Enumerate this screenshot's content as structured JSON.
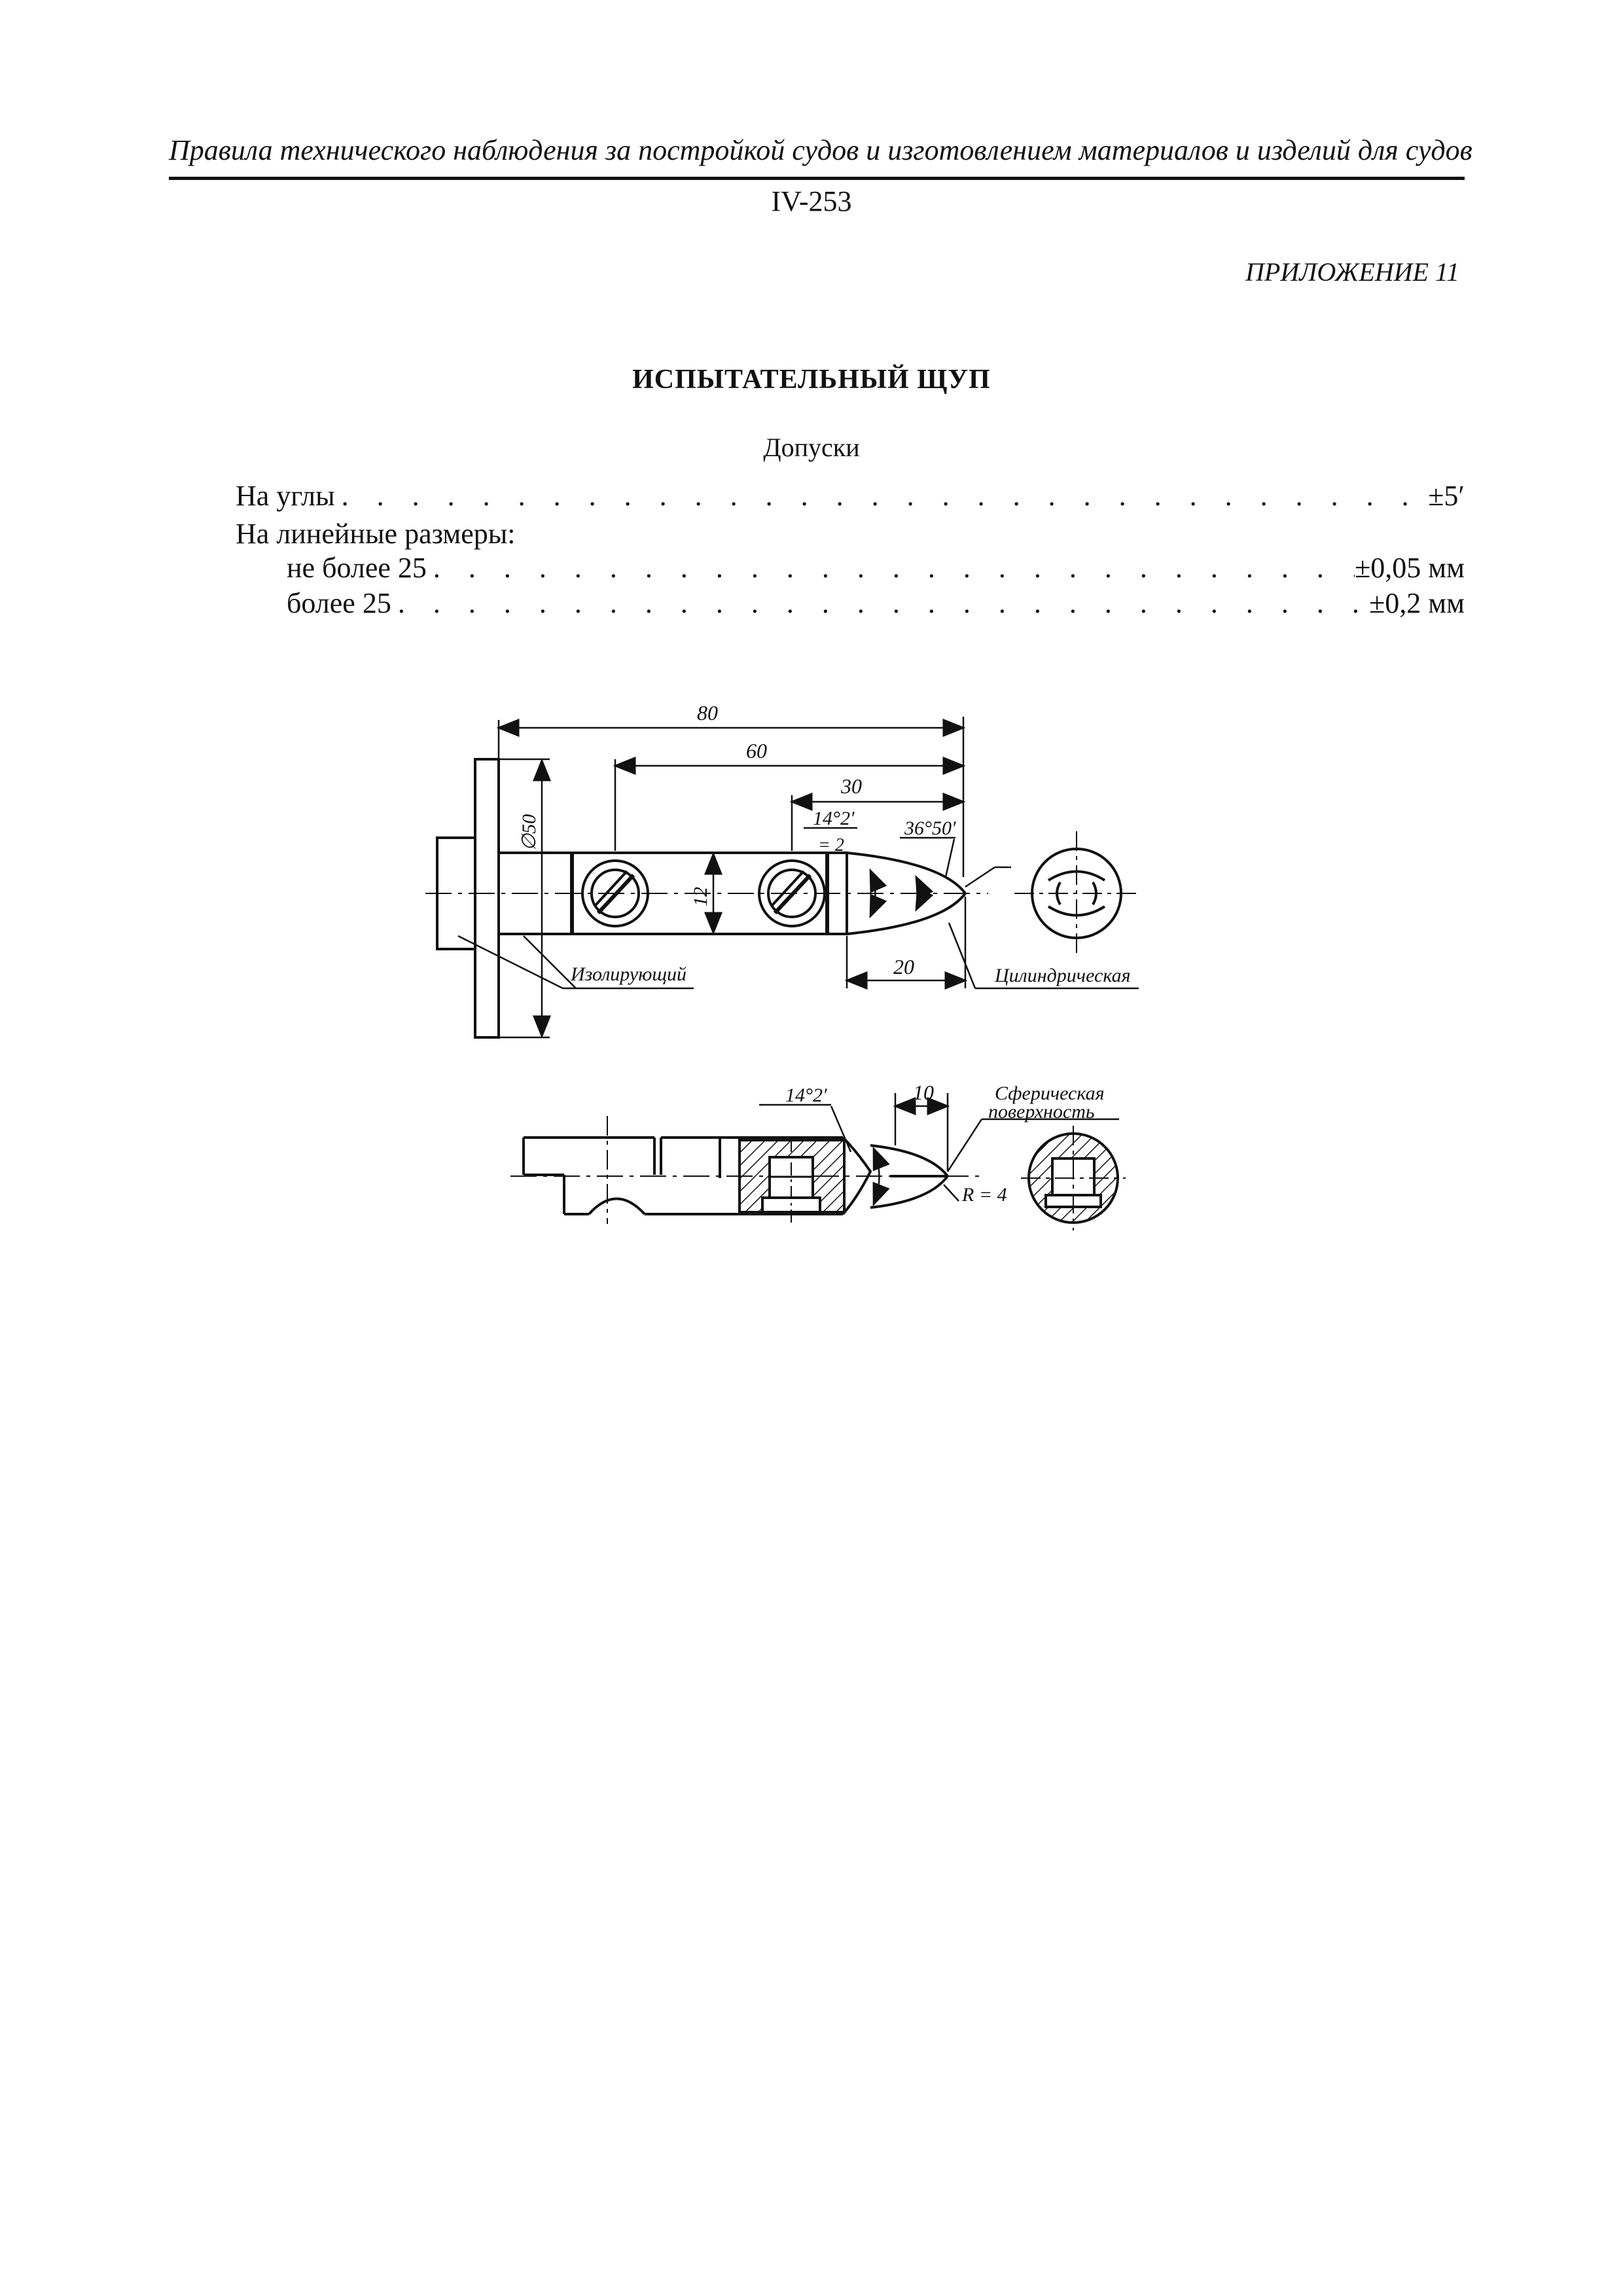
{
  "header": {
    "running_title": "Правила  технического наблюдения за постройкой судов и изготовлением материалов и изделий для судов",
    "page_number": "IV-253"
  },
  "appendix_label": "ПРИЛОЖЕНИЕ 11",
  "title": "ИСПЫТАТЕЛЬНЫЙ ЩУП",
  "tolerances": {
    "heading": "Допуски",
    "angles": {
      "label": "На углы",
      "value": "±5′"
    },
    "linear_heading": "На линейные размеры:",
    "up_to_25": {
      "label": "не более 25",
      "value": "±0,05 мм"
    },
    "over_25": {
      "label": "более 25",
      "value": "±0,2 мм"
    }
  },
  "drawing": {
    "dim_80": "80",
    "dim_60": "60",
    "dim_30": "30",
    "dim_20": "20",
    "dim_10": "10",
    "dia_50": "∅50",
    "dim_12": "12",
    "angle_14_2": "14°2′",
    "angle_14_2_b": "14°2′",
    "equals_2": "= 2",
    "angle_36_50": "36°50′",
    "label_insulating": "Изолирующий",
    "label_cylindrical": "Цилиндрическая",
    "label_spherical_1": "Сферическая",
    "label_spherical_2": "поверхность",
    "radius": "R = 4"
  }
}
